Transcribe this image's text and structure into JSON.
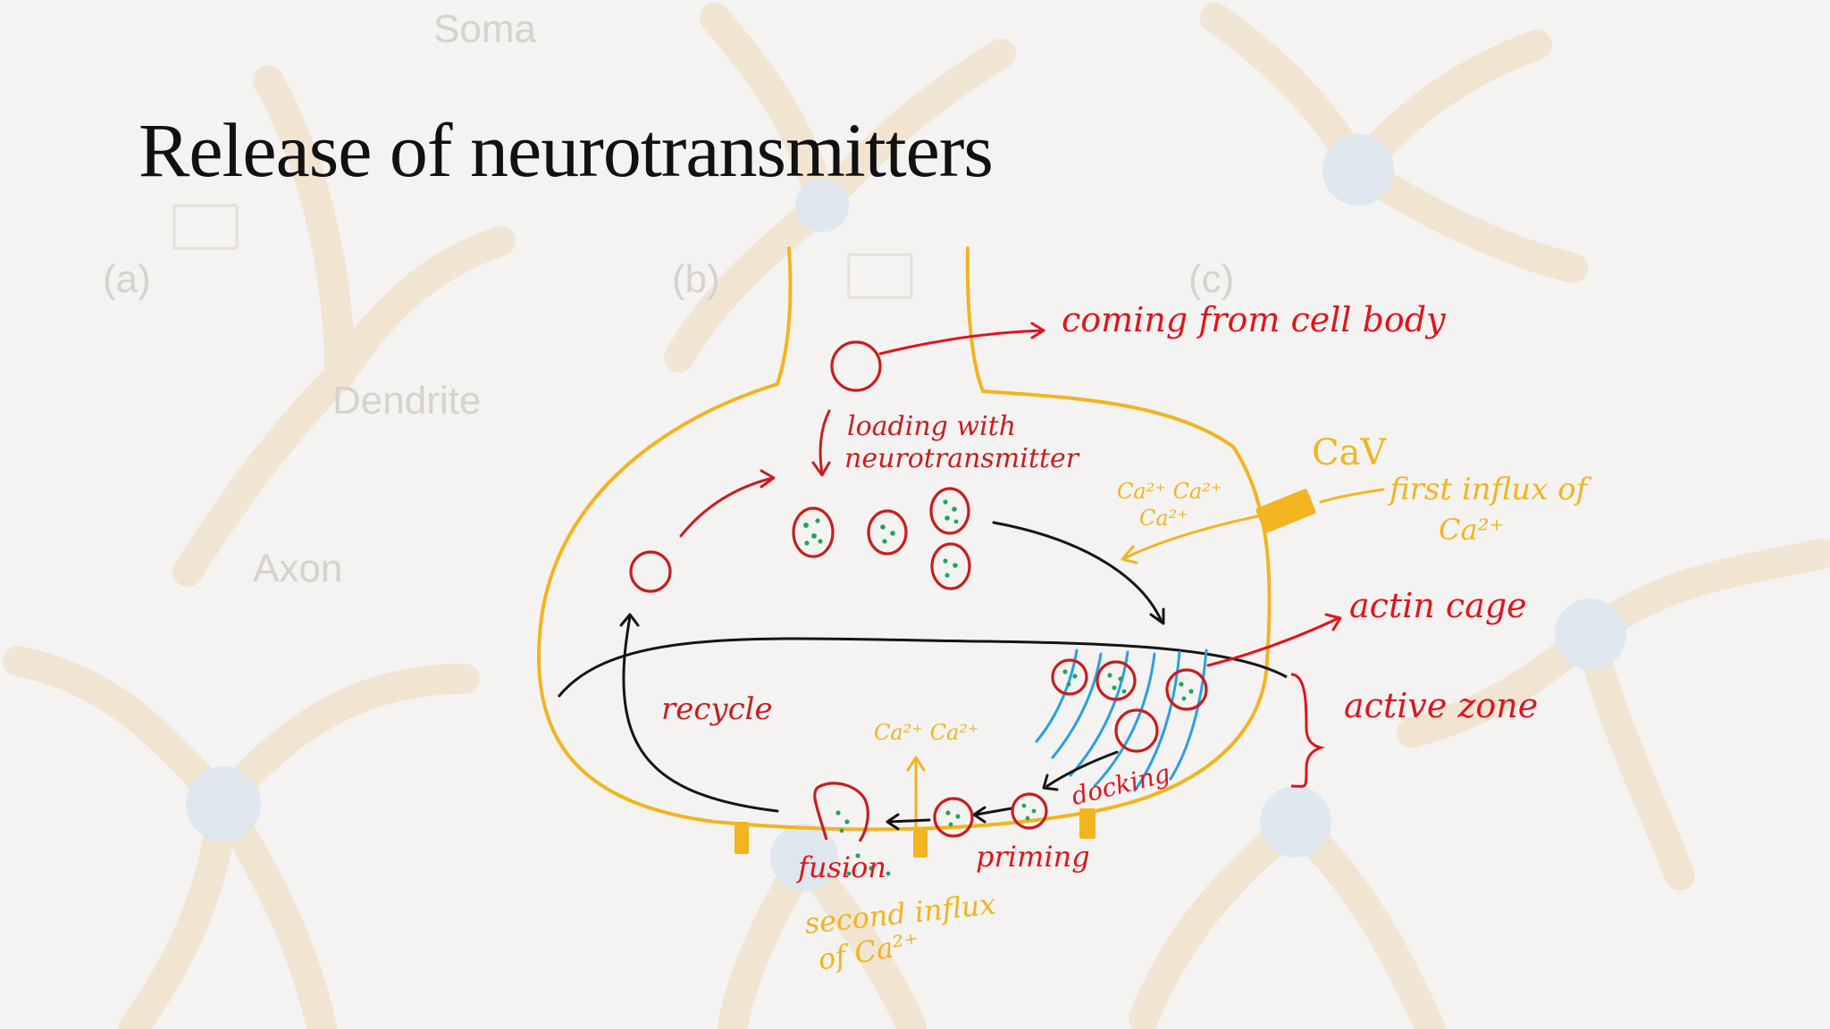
{
  "slide": {
    "title": "Release of neurotransmitters"
  },
  "background": {
    "labels": {
      "soma": "Soma",
      "a": "(a)",
      "b": "(b)",
      "c": "(c)",
      "dendrite": "Dendrite",
      "axon": "Axon"
    }
  },
  "annotations": {
    "coming_from_cell_body": "coming from cell body",
    "loading_line1": "loading with",
    "loading_line2": "neurotransmitter",
    "cav": "CaV",
    "first_influx_line1": "first influx of",
    "first_influx_line2": "Ca²⁺",
    "ca_cluster_line1": "Ca²⁺ Ca²⁺",
    "ca_cluster_line2": "Ca²⁺",
    "actin_cage": "actin cage",
    "active_zone": "active zone",
    "recycle": "recycle",
    "ca_low": "Ca²⁺ Ca²⁺",
    "docking": "docking",
    "priming": "priming",
    "fusion": "fusion",
    "second_influx_line1": "second influx",
    "second_influx_line2": "of Ca²⁺"
  },
  "colors": {
    "terminal_outline": "#f2b41f",
    "annotation_red": "#e2141c",
    "vesicle_outline": "#c81e1e",
    "neurotransmitter_dots": "#1ea65a",
    "actin_filaments": "#2b9fe0",
    "channels": "#f2b41f"
  }
}
